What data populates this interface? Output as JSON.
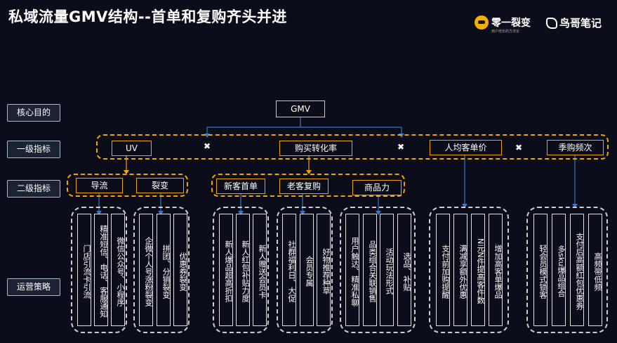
{
  "title": "私域流量GMV结构--首单和复购齐头并进",
  "brands": {
    "brand1_name": "零一裂变",
    "brand1_sub": "用户增长的方法论",
    "brand2_name": "鸟哥笔记"
  },
  "row_labels": {
    "goal": "核心目的",
    "level1": "一级指标",
    "level2": "二级指标",
    "ops": "运营策略"
  },
  "gmv": "GMV",
  "level1": {
    "uv": "UV",
    "conversion": "购买转化率",
    "aov": "人均客单价",
    "frequency": "季购频次",
    "mult": "✖"
  },
  "level2": {
    "traffic": "导流",
    "fission": "裂变",
    "new_first": "新客首单",
    "old_repurchase": "老客复购",
    "product": "商品力"
  },
  "strategies": {
    "traffic": [
      "门店引流卡引流",
      "精准短信、电话、客服通知",
      "微信公众号、小程序"
    ],
    "fission": [
      "企微个人号涨粉裂变",
      "拼团、分销裂变",
      "优惠券裂变"
    ],
    "new_first": [
      "新人爆品超高折扣",
      "新人红包补贴力度",
      "新人赠送会员卡"
    ],
    "old_repurchase": [
      "社群福利日、大促",
      "会员专属",
      "好物推荐种草"
    ],
    "product": [
      "用户触达、精准私聊",
      "品类组合关联销售",
      "活动玩法形式",
      "选品、补贴"
    ],
    "aov": [
      "支付前加购提醒",
      "满减享额外优惠",
      "N元N件提高客件数",
      "增加高客单爆品"
    ],
    "frequency": [
      "轻会员模式锁客",
      "多sku爆品组合",
      "支付后高额红包优惠券",
      "高频带低频"
    ]
  },
  "colors": {
    "accent": "#f0a500",
    "connector": "#3a78c9",
    "background": "#0c0d1a"
  }
}
